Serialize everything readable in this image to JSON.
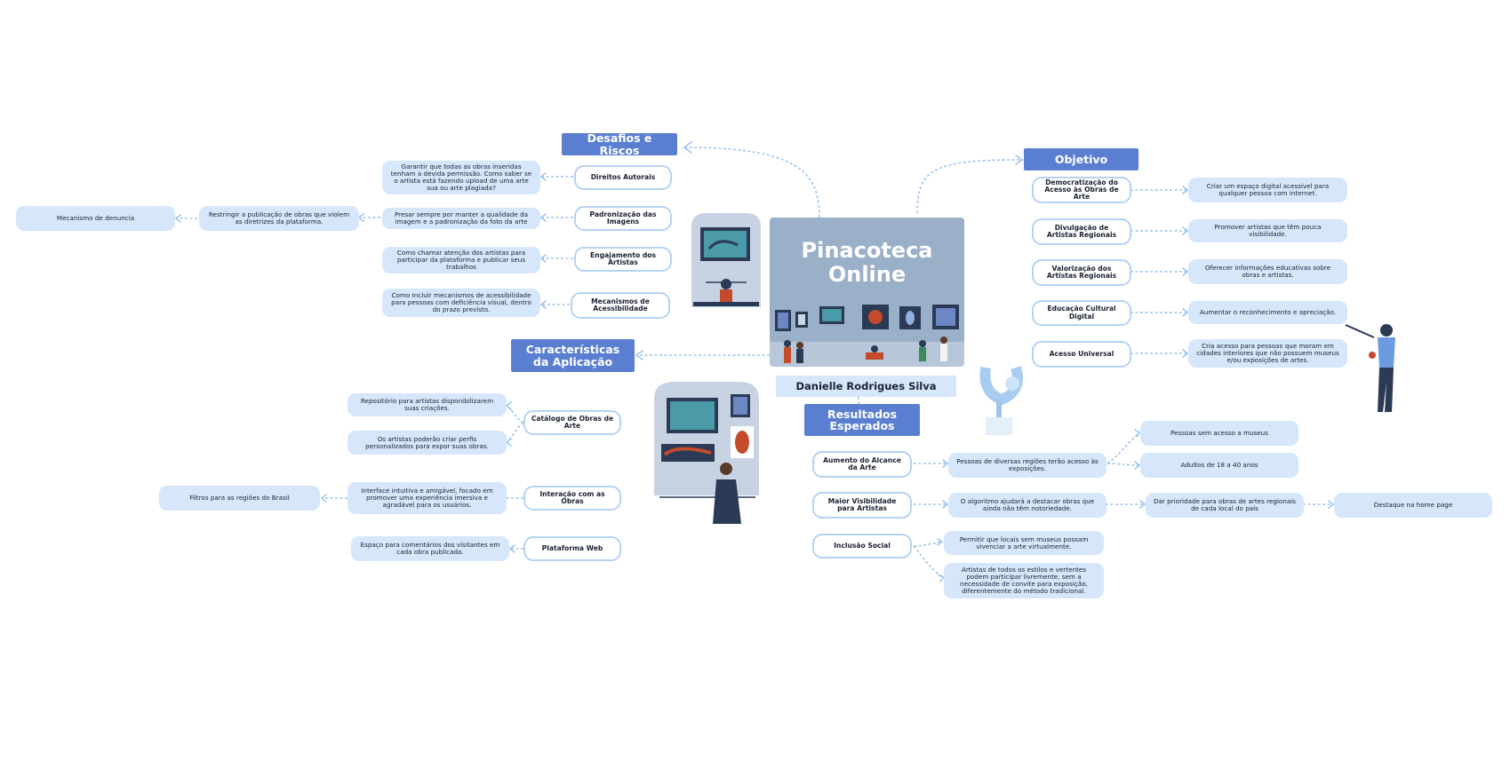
{
  "central": {
    "title_line1": "Pinacoteca",
    "title_line2": "Online",
    "author": "Danielle Rodrigues Silva"
  },
  "sections": {
    "desafios": "Desafios e Riscos",
    "objetivo": "Objetivo",
    "caracteristicas": "Características da Aplicação",
    "resultados": "Resultados Esperados"
  },
  "desafios": {
    "items": [
      {
        "label": "Direitos Autorais",
        "detail": "Garantir que todas as obras inseridas tenham a devida permissão. Como saber se o artista está fazendo upload de uma arte sua ou arte plagiada?"
      },
      {
        "label": "Padronização das Imagens",
        "detail": "Presar sempre por manter a qualidade da imagem e a padronização da foto da arte"
      },
      {
        "label": "Engajamento dos Artistas",
        "detail": "Como chamar atenção dos artistas para participar da plataforma e publicar seus trabalhos"
      },
      {
        "label": "Mecanismos de Acessibilidade",
        "detail": "Como Incluir mecanismos de acessibilidade para pessoas com deficiência visual, dentro do prazo previsto."
      }
    ],
    "restringir": "Restringir a publicação de obras que violem as diretrizes da plataforma.",
    "denuncia": "Mecanismo de denuncia"
  },
  "objetivo": {
    "items": [
      {
        "label": "Democratização do Acesso às Obras de Arte",
        "detail": "Criar um espaço digital acessível para qualquer pessoa com internet."
      },
      {
        "label": "Divulgação de Artistas Regionais",
        "detail": "Promover artistas que têm pouca visibilidade."
      },
      {
        "label": "Valorização dos Artistas Regionais",
        "detail": "Oferecer informações educativas sobre obras e artistas."
      },
      {
        "label": "Educação Cultural Digital",
        "detail": "Aumentar o reconhecimento e apreciação."
      },
      {
        "label": "Acesso Universal",
        "detail": "Cria acesso para pessoas que moram em cidades interiores que não possuem museus e/ou exposições de artes."
      }
    ]
  },
  "caracteristicas": {
    "catalogo": {
      "label": "Catálogo de Obras de Arte",
      "detail1": "Repositório para artistas disponibilizarem suas criações.",
      "detail2": "Os artistas poderão criar perfis personalizados para expor suas obras."
    },
    "interacao": {
      "label": "Interação com as Obras",
      "detail": "Interface intuitiva e amigável, focado em promover uma experiência imersiva e agradável para os usuários.",
      "extra": "Filtros para as regiões do Brasil"
    },
    "plataforma": {
      "label": "Plataforma Web",
      "detail": "Espaço para comentários dos visitantes em cada obra publicada."
    }
  },
  "resultados": {
    "alcance": {
      "label": "Aumento do Alcance da Arte",
      "detail": "Pessoas de diversas regiões terão acesso às exposições.",
      "sub1": "Pessoas sem acesso a museus",
      "sub2": "Adultos de 18 a 40 anos"
    },
    "visibilidade": {
      "label": "Maior Visibilidade para Artistas",
      "detail": "O algoritmo ajudará a destacar obras que ainda não têm notoriedade.",
      "sub": "Dar prioridade para obras de artes regionais de cada local do país",
      "sub2": "Destaque na home page"
    },
    "inclusao": {
      "label": "Inclusão Social",
      "detail1": "Permitir que locais sem museus possam vivenciar a arte virtualmente.",
      "detail2": "Artistas de todos os estilos e vertentes podem participar livremente, sem a necessidade de convite para exposição, diferentemente do método tradicional."
    }
  },
  "colors": {
    "section": "#5b7fd0",
    "leaf": "#d6e6fb",
    "pill_border": "#b6d2f3",
    "central": "#9aafc8",
    "connector": "#9ec4ee"
  }
}
